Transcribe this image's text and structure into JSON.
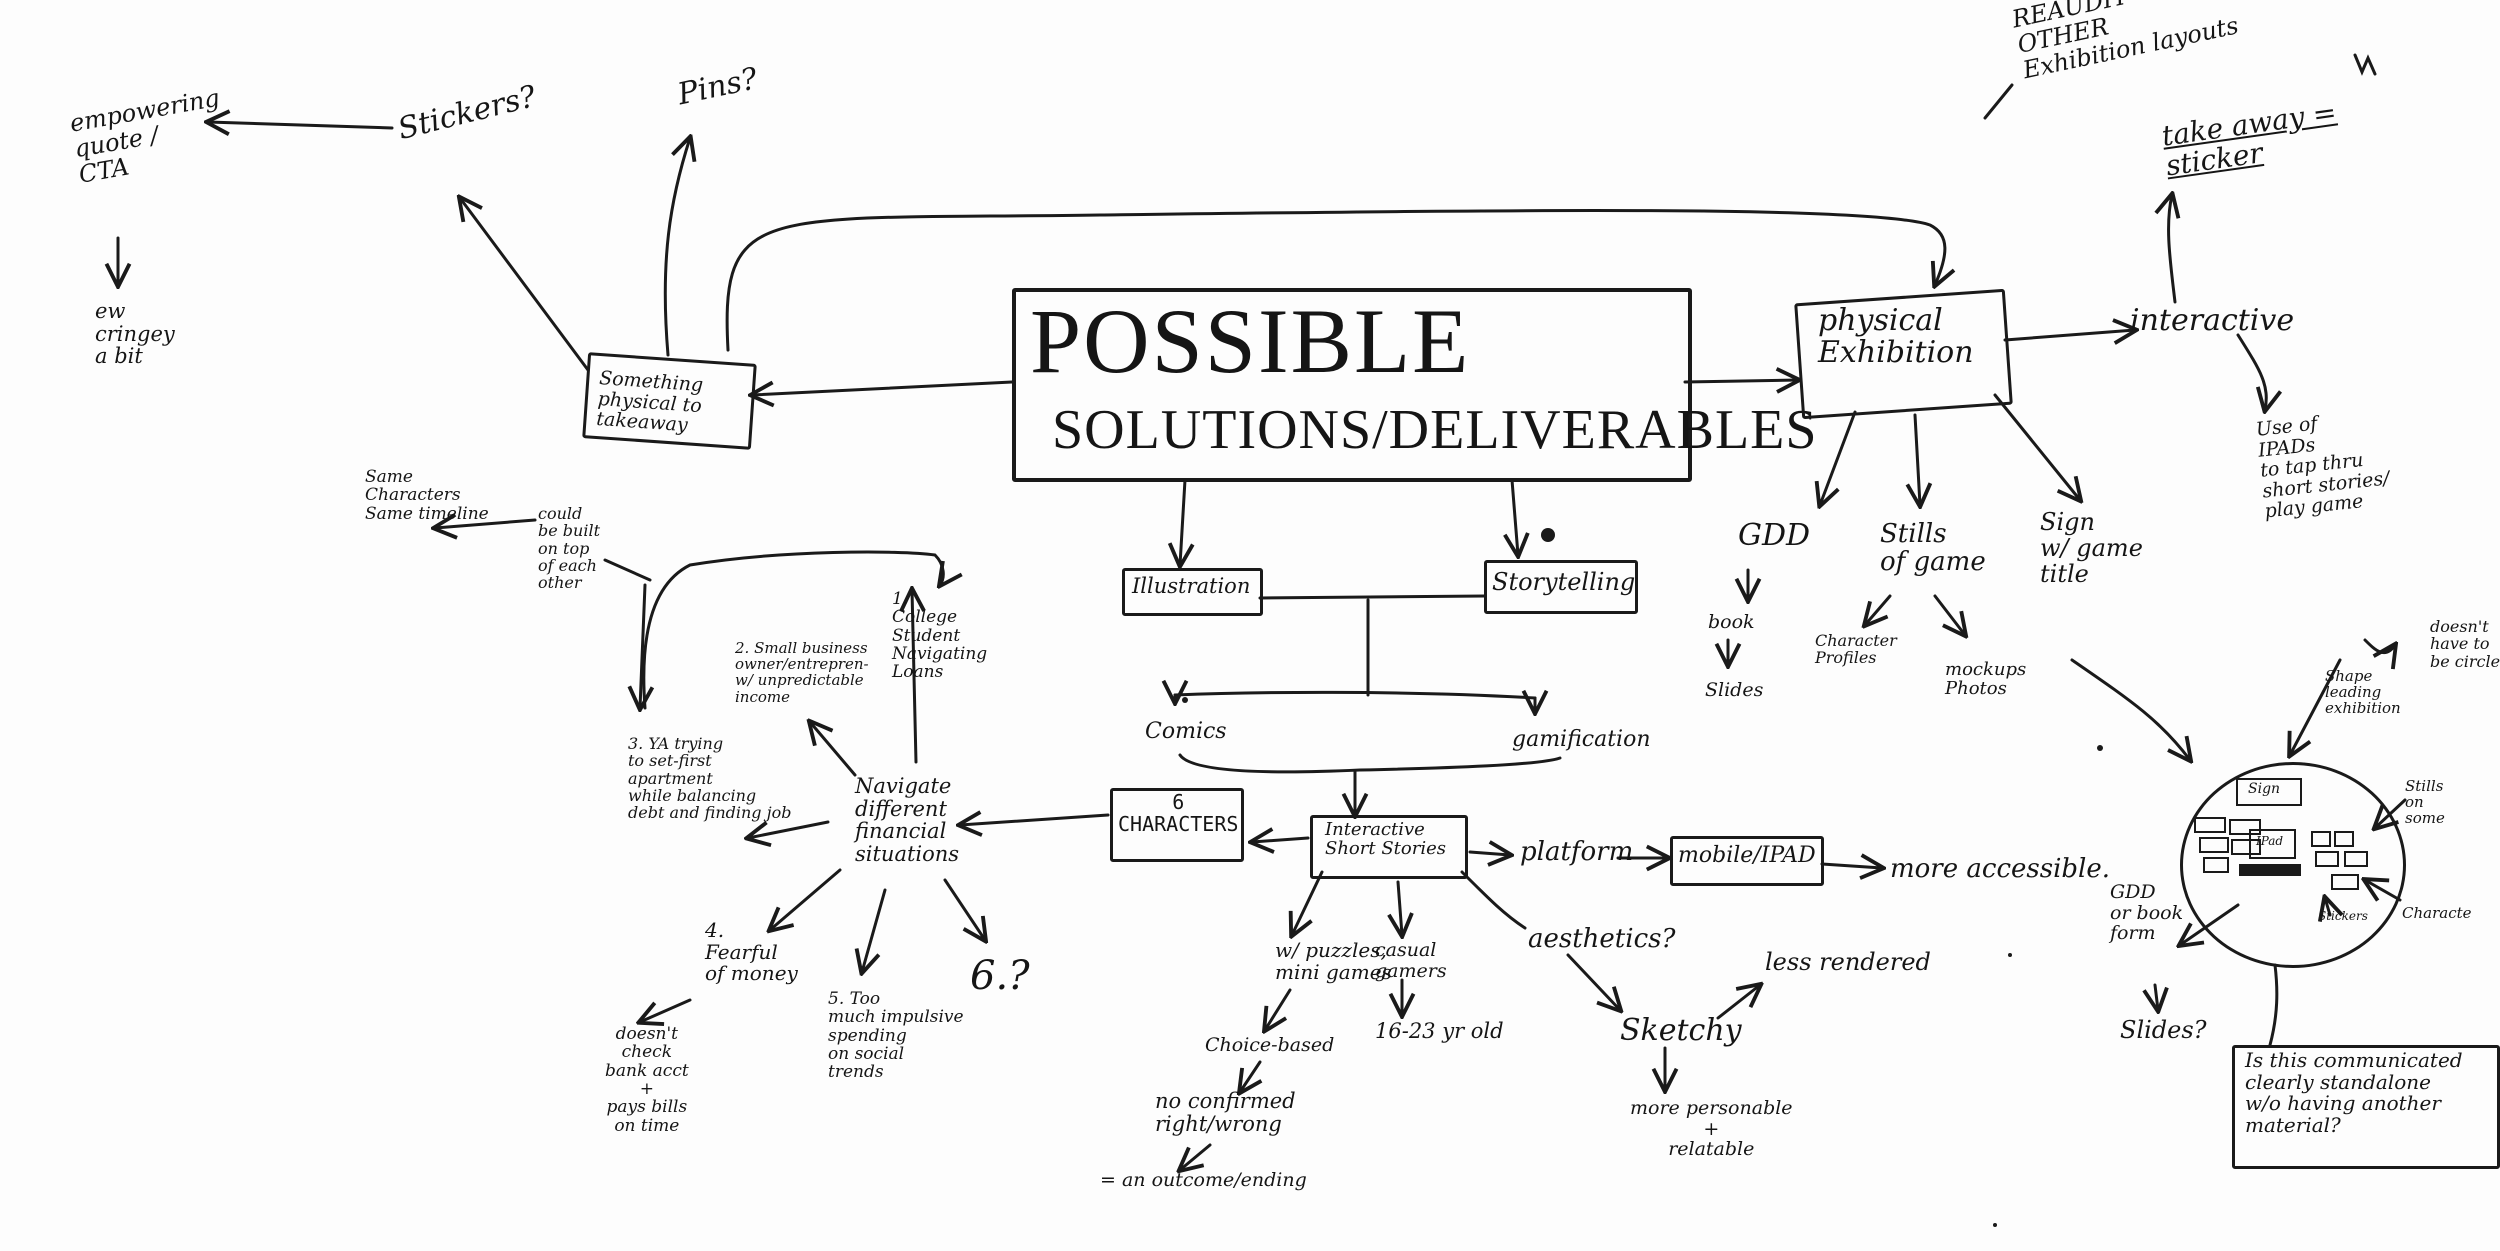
{
  "title": {
    "line1": "POSSIBLE",
    "line2": "SOLUTIONS/DELIVERABLES"
  },
  "top_right": {
    "reaudit": "REAUDIT\nOTHER\nExhibition layouts",
    "takeaway": "take away =\nsticker"
  },
  "takeaway_branch": {
    "physical": "Something\nphysical to\ntakeaway",
    "stickers": "Stickers?",
    "pins": "Pins?",
    "quote": "empowering\nquote /\nCTA",
    "ew": "ew\ncringey\na bit"
  },
  "exhibition_branch": {
    "physical": "physical\nExhibition",
    "interactive": "interactive",
    "ipads": "Use of\nIPADs\nto tap thru\nshort stories/\nplay game",
    "gdd": "GDD",
    "book": "book",
    "slides": "Slides",
    "stills": "Stills\nof game",
    "profiles": "Character\nProfiles",
    "mockups": "mockups\nPhotos",
    "sign": "Sign\nw/ game\ntitle"
  },
  "layout_sketch": {
    "sign_box": "Sign",
    "shape": "Shape\nleading\nexhibition",
    "doesnt": "doesn't\nhave to\nbe circle",
    "stills_on": "Stills\non\nsome",
    "character": "Characte",
    "sticker": "Stickers",
    "gdd_book": "GDD\nor book\nform",
    "slides": "Slides?",
    "question": "Is this communicated\nclearly standalone\nw/o having another\nmaterial?",
    "ipad_label": "IPad"
  },
  "center_branch": {
    "illustration": "Illustration",
    "storytelling": "Storytelling",
    "comics": "Comics",
    "gamification": "gamification",
    "characters": "6\nCHARACTERS",
    "interactive_stories": "Interactive\nShort Stories",
    "platform": "platform",
    "mobile": "mobile/IPAD",
    "accessible": "more accessible.",
    "aesthetics": "aesthetics?",
    "less_rendered": "less rendered",
    "sketchy": "Sketchy",
    "relatable": "more personable\n+\nrelatable",
    "puzzles": "w/ puzzles,\nmini games",
    "casual": "casual\ngamers",
    "age": "16-23 yr old",
    "choice": "Choice-based",
    "no_right": "no confirmed\nright/wrong",
    "outcome": "= an outcome/ending"
  },
  "financial_branch": {
    "same_characters": "Same\nCharacters\nSame timeline",
    "could_be_built": "could\nbe built\non top\nof each\nother",
    "navigate": "Navigate\ndifferent\nfinancial\nsituations",
    "s1": "1.\nCollege\nStudent\nNavigating\nLoans",
    "s2": "2. Small business\nowner/entrepren-\nw/ unpredictable\nincome",
    "s3": "3. YA trying\nto set-first\napartment\nwhile balancing\ndebt and finding job",
    "s4": "4.\nFearful\nof money",
    "s4b": "doesn't\ncheck\nbank acct\n+\npays bills\non time",
    "s5": "5. Too\nmuch impulsive\nspending\non social\ntrends",
    "s6": "6.?"
  }
}
